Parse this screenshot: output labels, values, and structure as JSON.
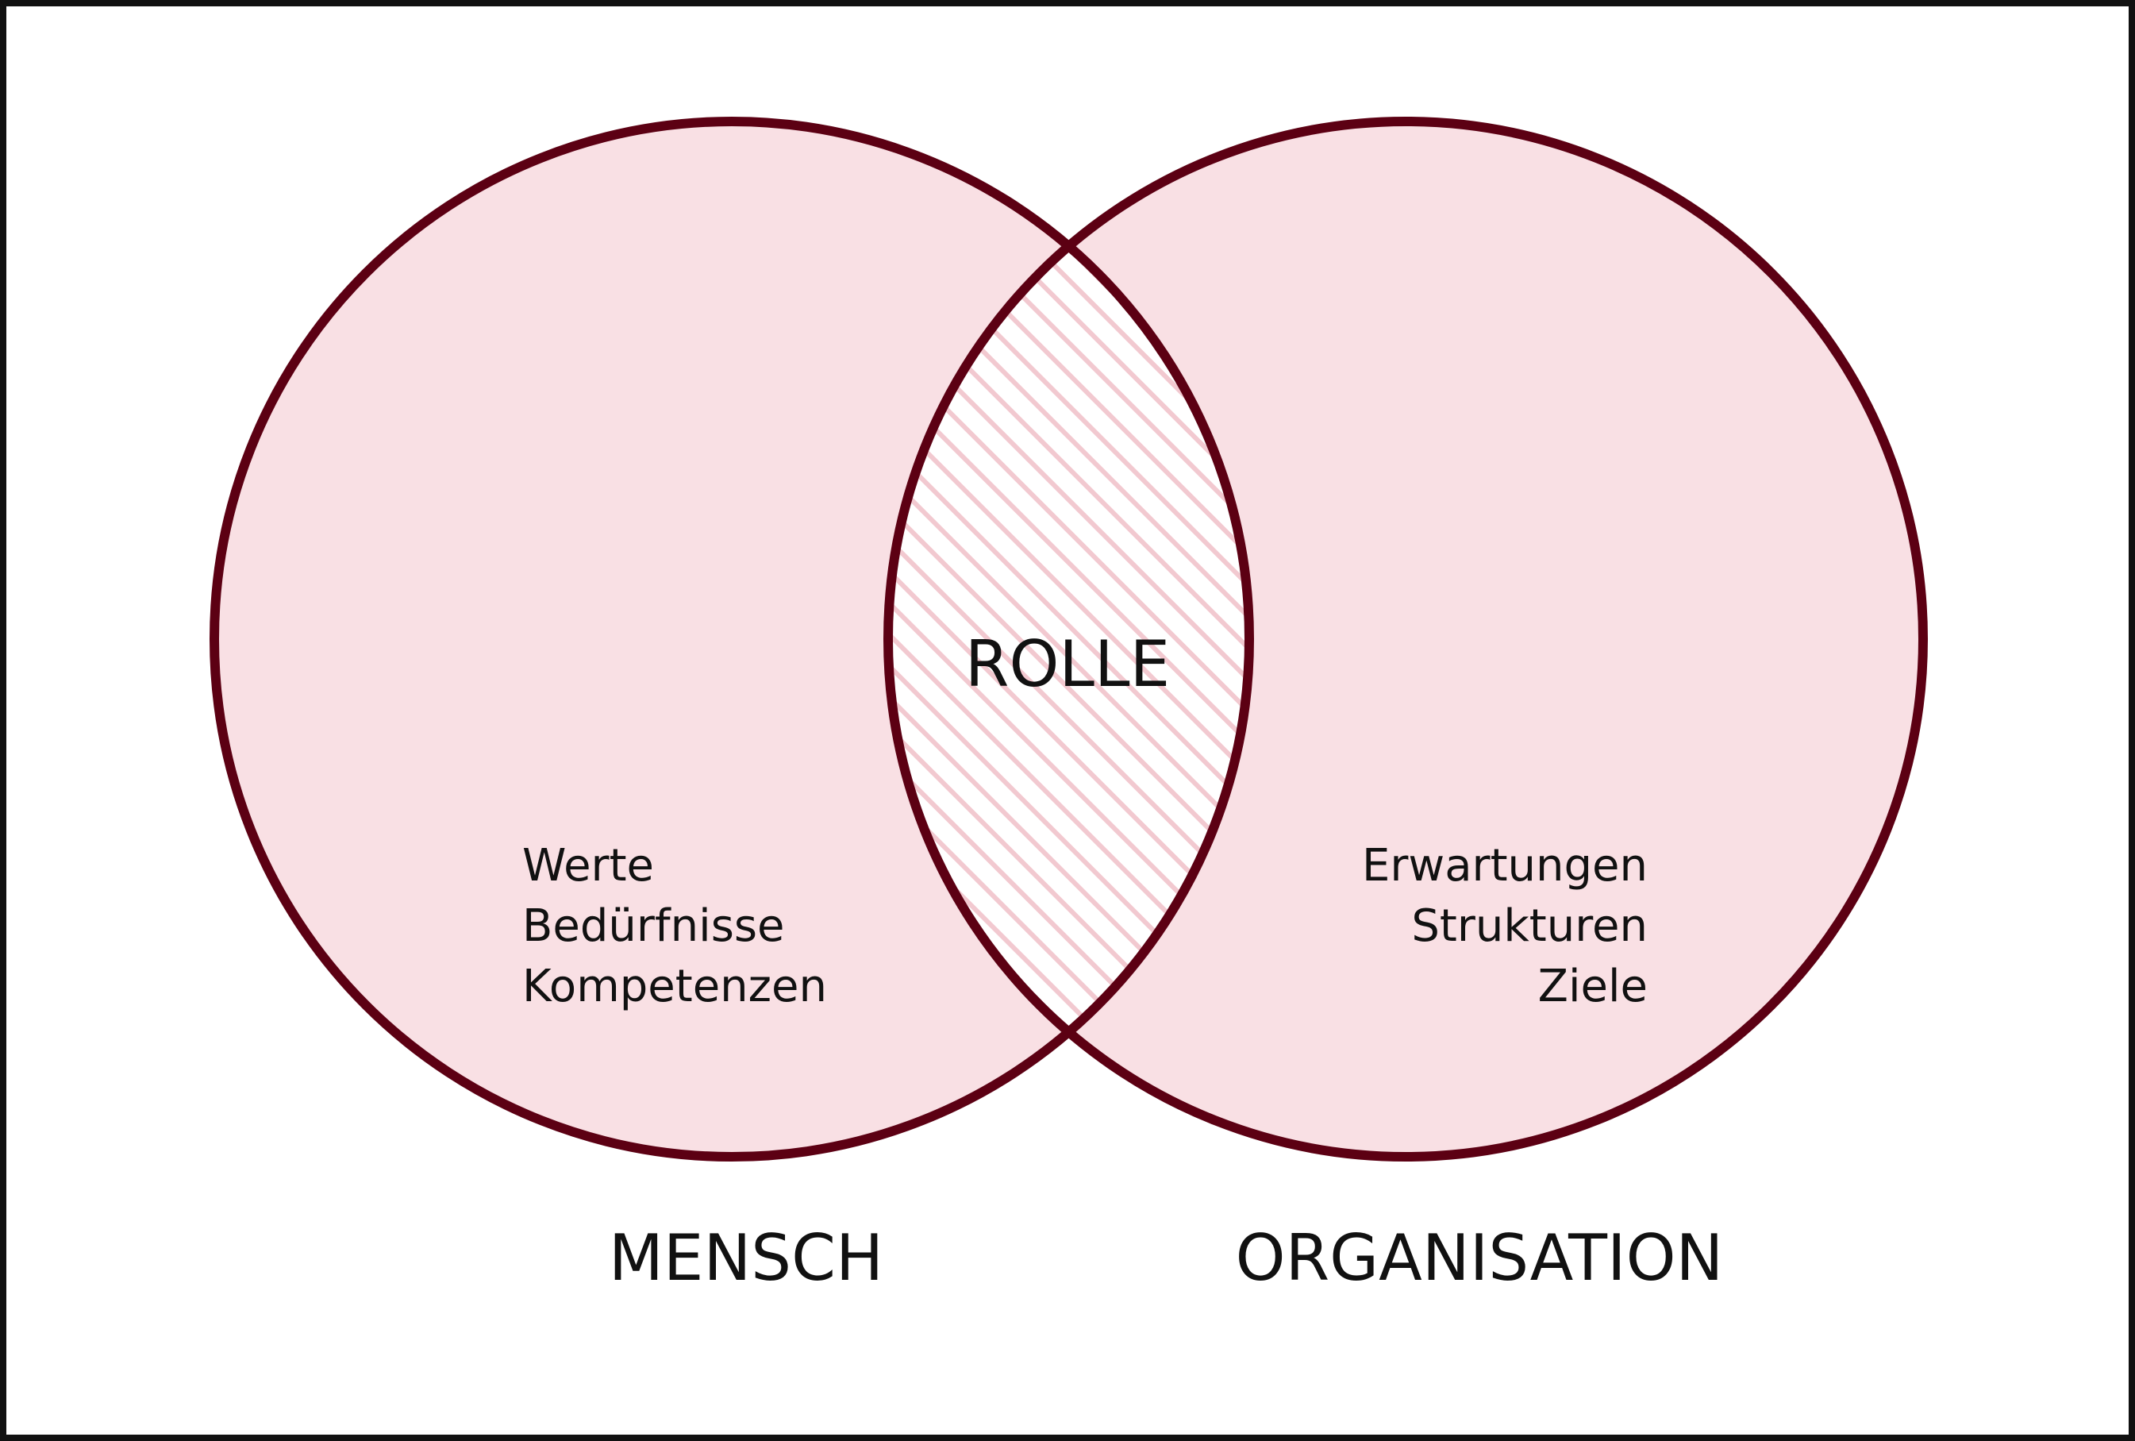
{
  "colors": {
    "circle_fill": "#f9e0e4",
    "circle_stroke": "#5c0013",
    "hatch_stroke": "#f2c9d0",
    "text": "#111111",
    "frame": "#111111"
  },
  "diagram": {
    "center_label": "ROLLE",
    "left": {
      "label": "MENSCH",
      "items": [
        "Werte",
        "Bedürfnisse",
        "Kompetenzen"
      ]
    },
    "right": {
      "label": "ORGANISATION",
      "items": [
        "Erwartungen",
        "Strukturen",
        "Ziele"
      ]
    }
  }
}
